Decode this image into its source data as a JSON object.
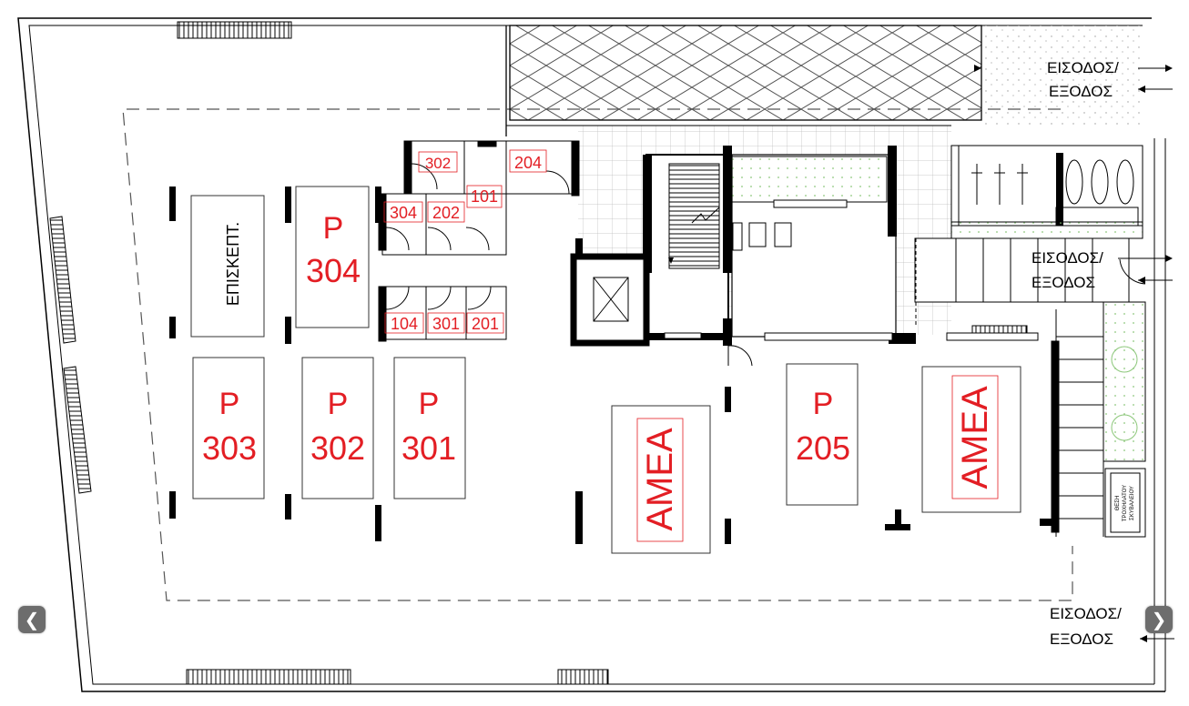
{
  "entrances": {
    "top": {
      "line1": "ΕΙΣΟΔΟΣ/",
      "line2": "ΕΞΟΔΟΣ"
    },
    "middle": {
      "line1": "ΕΙΣΟΔΟΣ/",
      "line2": "ΕΞΟΔΟΣ"
    },
    "bottom": {
      "line1": "ΕΙΣΟΔΟΣ/",
      "line2": "ΕΞΟΔΟΣ"
    }
  },
  "visitor_spot": "ΕΠΙΣΚΕΠΤ.",
  "parking": {
    "p304": {
      "p": "P",
      "num": "304"
    },
    "p303": {
      "p": "P",
      "num": "303"
    },
    "p302": {
      "p": "P",
      "num": "302"
    },
    "p301": {
      "p": "P",
      "num": "301"
    },
    "p205": {
      "p": "P",
      "num": "205"
    },
    "amea1": "ΑΜΕΑ",
    "amea2": "ΑΜΕΑ"
  },
  "storage": {
    "s302": "302",
    "s204": "204",
    "s101": "101",
    "s304": "304",
    "s202": "202",
    "s104": "104",
    "s301": "301",
    "s201": "201"
  },
  "scooter_label": {
    "line1": "ΘΕΣΗ",
    "line2": "ΤΡΟΧΗΛΑΤΟΥ",
    "line3": "ΣΚΥΒΑΛΕΙΟΥ"
  },
  "nav": {
    "prev": "❮",
    "next": "❯"
  },
  "colors": {
    "label_red": "#e31e24",
    "line": "#000000",
    "hatch": "#555555",
    "planting": "#7dbb6a"
  }
}
